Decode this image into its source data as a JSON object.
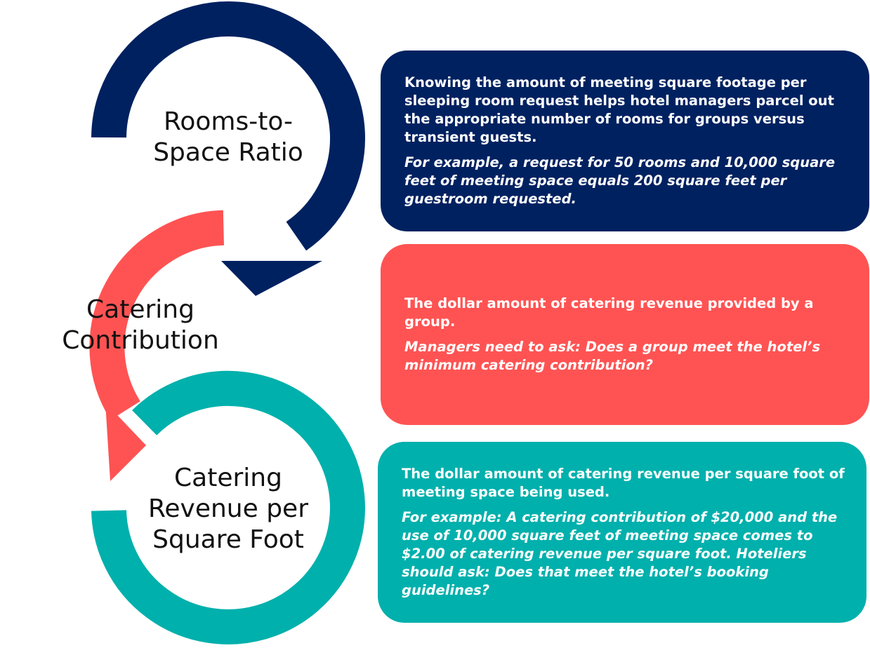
{
  "colors": {
    "navy": "#002160",
    "coral": "#ff5353",
    "teal": "#00b0ac"
  },
  "steps": [
    {
      "label": "Rooms-to-\nSpace Ratio",
      "description": "Knowing the amount of meeting square footage per sleeping room request helps hotel managers parcel out the appropriate number of rooms for groups versus transient guests.",
      "example": "For example, a request for 50 rooms and 10,000 square feet of meeting space equals 200 square feet per guestroom requested."
    },
    {
      "label": "Catering\nContribution",
      "description": "The dollar amount of catering revenue provided by a group.",
      "example": "Managers need to ask: Does a group meet the hotel’s minimum catering contribution?"
    },
    {
      "label": "Catering\nRevenue per\nSquare Foot",
      "description": "The dollar amount of catering revenue per square foot of meeting space being used.",
      "example": "For example: A catering contribution of $20,000 and the use of 10,000 square feet of meeting space comes to $2.00 of catering revenue per square foot. Hoteliers should ask: Does that meet the hotel’s booking guidelines?"
    }
  ]
}
